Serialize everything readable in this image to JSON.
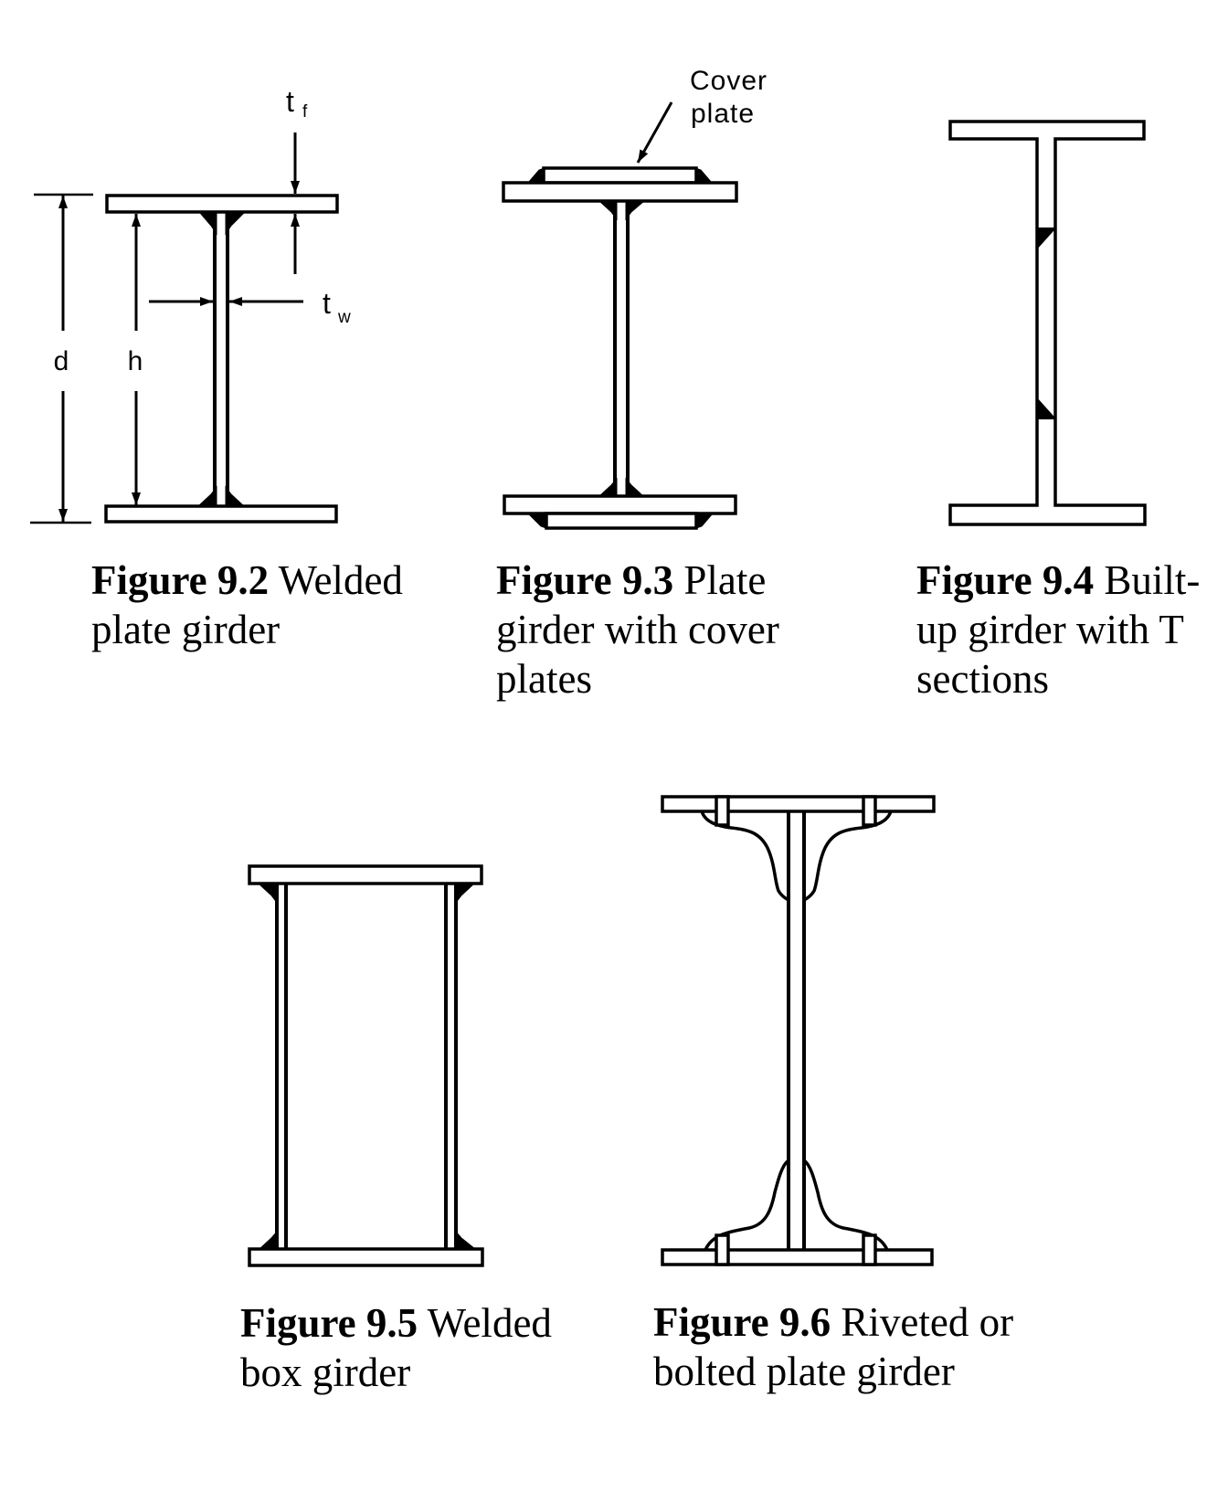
{
  "page": {
    "background": "#ffffff",
    "ink": "#000000"
  },
  "figures": [
    {
      "label": "Figure 9.2",
      "caption": "Welded plate girder",
      "annotations": {
        "depth": "d",
        "web_height": "h",
        "flange_thickness": {
          "main": "t",
          "sub": "f"
        },
        "web_thickness": {
          "main": "t",
          "sub": "w"
        }
      }
    },
    {
      "label": "Figure 9.3",
      "caption": "Plate girder with cover plates",
      "annotations": {
        "cover_plate_line1": "Cover",
        "cover_plate_line2": "plate"
      }
    },
    {
      "label": "Figure 9.4",
      "caption": "Built-up girder with T sections"
    },
    {
      "label": "Figure 9.5",
      "caption": "Welded box girder"
    },
    {
      "label": "Figure 9.6",
      "caption": "Riveted or bolted plate girder"
    }
  ]
}
